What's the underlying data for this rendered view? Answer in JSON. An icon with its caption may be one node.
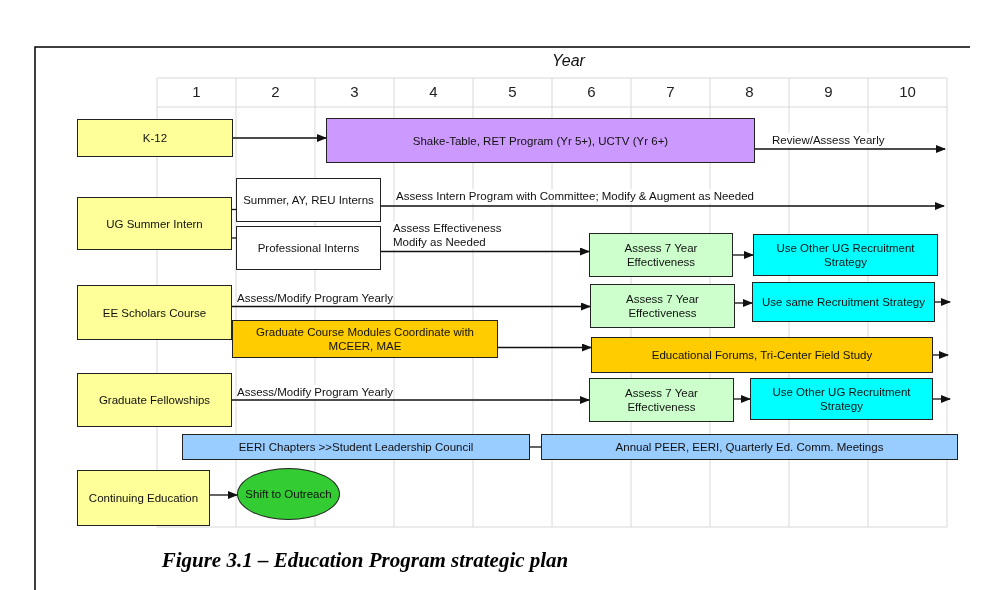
{
  "diagram": {
    "title": "Year",
    "caption": "Figure 3.1 – Education Program strategic plan",
    "nodes": [
      {
        "text": [
          "K-12"
        ]
      },
      {
        "text": [
          "Shake-Table, RET Program (Yr 5+), UCTV (Yr 6+)"
        ]
      },
      {
        "text": [
          "UG Summer Intern"
        ]
      },
      {
        "text": [
          "Summer, AY, REU Interns"
        ]
      },
      {
        "text": [
          "Professional Interns"
        ]
      },
      {
        "text": [
          "Assess 7 Year Effectiveness"
        ]
      },
      {
        "text": [
          "Use Other UG Recruitment Strategy"
        ]
      },
      {
        "text": [
          "EE Scholars Course"
        ]
      },
      {
        "text": [
          "Assess 7 Year Effectiveness"
        ]
      },
      {
        "text": [
          "Use same Recruitment Strategy"
        ]
      },
      {
        "text": [
          "Graduate Course Modules Coordinate with MCEER, MAE"
        ]
      },
      {
        "text": [
          "Educational Forums, Tri-Center Field Study"
        ]
      },
      {
        "text": [
          "Graduate Fellowships"
        ]
      },
      {
        "text": [
          "Assess 7 Year Effectiveness"
        ]
      },
      {
        "text": [
          "Use Other UG Recruitment Strategy"
        ]
      },
      {
        "text": [
          "EERI Chapters >>Student Leadership Council"
        ]
      },
      {
        "text": [
          "Annual PEER, EERI, Quarterly Ed. Comm. Meetings"
        ]
      },
      {
        "text": [
          "Continuing Education"
        ]
      },
      {
        "text": [
          "Shift to Outreach"
        ]
      }
    ],
    "edges": [
      {
        "from": 0,
        "to": 1,
        "arrow": "to"
      },
      {
        "from": 1,
        "to": null,
        "arrow": "to",
        "label": "Review/Assess Yearly"
      },
      {
        "from": 2,
        "to": 3,
        "arrow": "none"
      },
      {
        "from": 2,
        "to": 4,
        "arrow": "none"
      },
      {
        "from": 3,
        "to": null,
        "arrow": "to",
        "label": "Assess Intern Program with Committee; Modify & Augment as Needed"
      },
      {
        "from": 4,
        "to": 5,
        "arrow": "to",
        "label": "Assess Effectiveness Modify as Needed"
      },
      {
        "from": 5,
        "to": 6,
        "arrow": "to"
      },
      {
        "from": 7,
        "to": 8,
        "arrow": "to",
        "label": "Assess/Modify Program Yearly"
      },
      {
        "from": 8,
        "to": 9,
        "arrow": "to"
      },
      {
        "from": 9,
        "to": null,
        "arrow": "to"
      },
      {
        "from": 10,
        "to": 11,
        "arrow": "to"
      },
      {
        "from": 11,
        "to": null,
        "arrow": "to"
      },
      {
        "from": 12,
        "to": 13,
        "arrow": "to",
        "label": "Assess/Modify Program Yearly"
      },
      {
        "from": 13,
        "to": 14,
        "arrow": "to"
      },
      {
        "from": 14,
        "to": null,
        "arrow": "to"
      },
      {
        "from": 15,
        "to": 16,
        "arrow": "none"
      },
      {
        "from": 17,
        "to": 18,
        "arrow": "to"
      }
    ],
    "labels": [
      "1",
      "2",
      "3",
      "4",
      "5",
      "6",
      "7",
      "8",
      "9",
      "10"
    ]
  }
}
